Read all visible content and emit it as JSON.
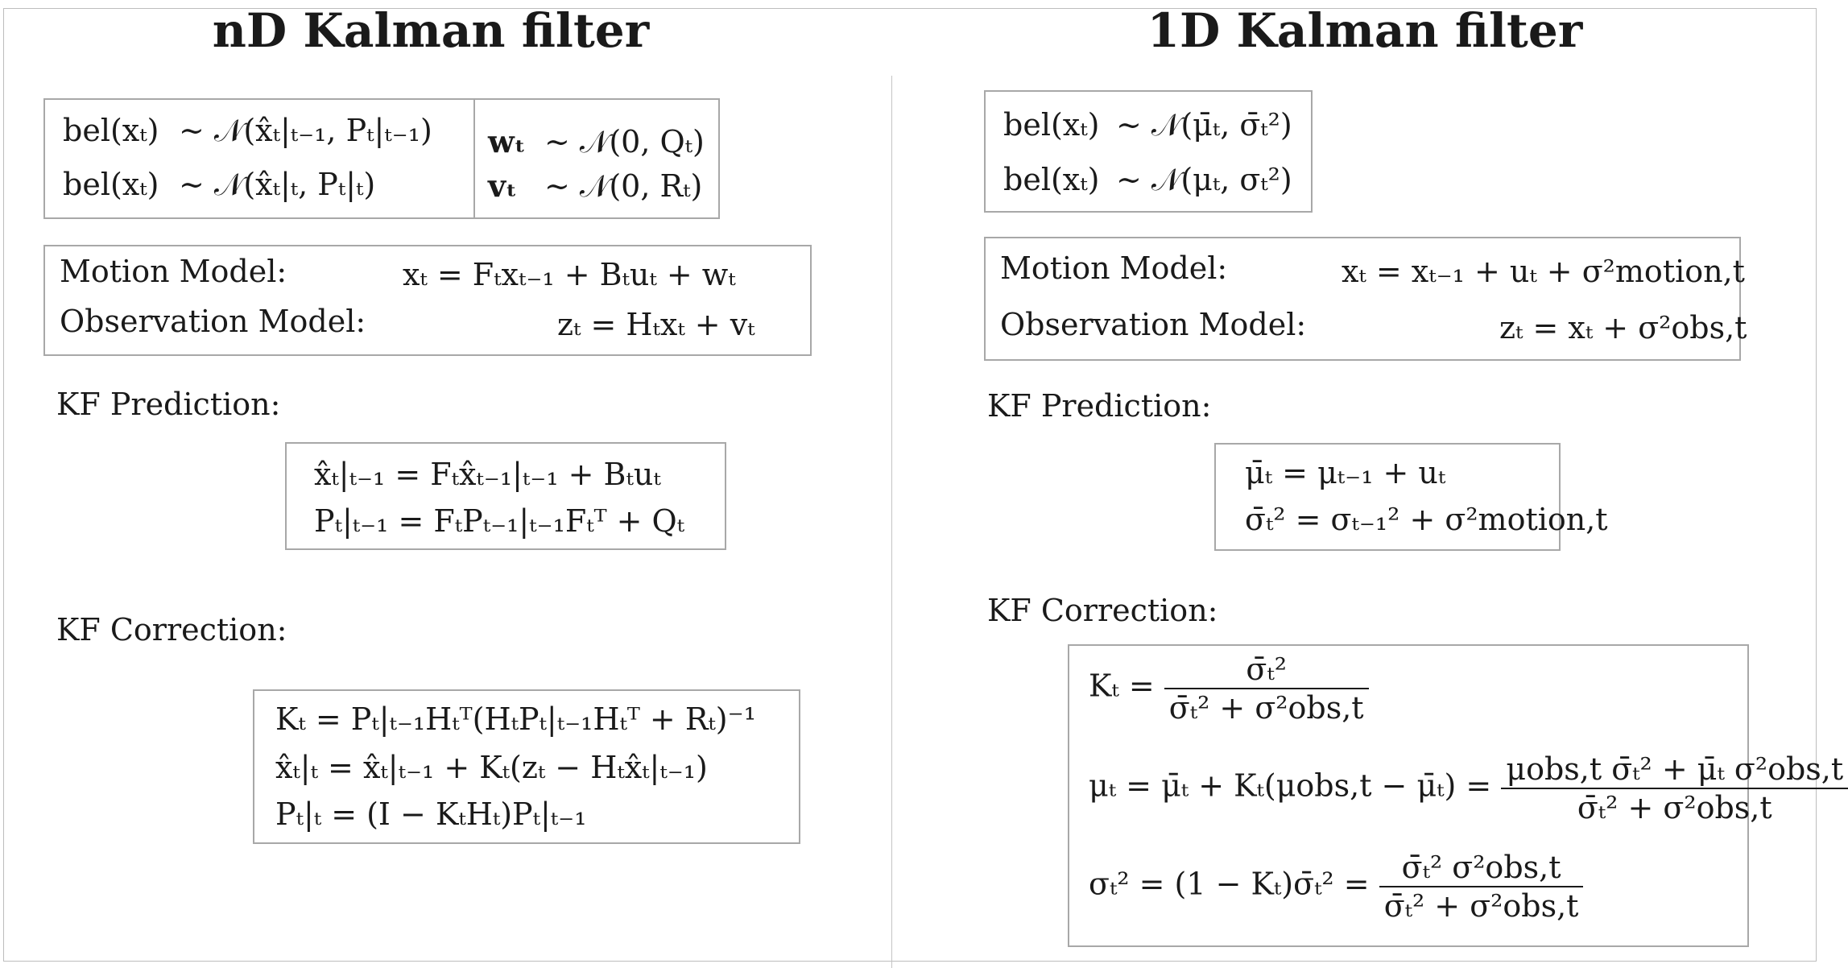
{
  "nd": {
    "title": "nD Kalman filter",
    "belief": {
      "prior_lhs": "bel(xₜ)",
      "prior_rhs": "∼ 𝒩(x̂ₜ|ₜ₋₁, Pₜ|ₜ₋₁)",
      "post_lhs": "bel(xₜ)",
      "post_rhs": "∼ 𝒩(x̂ₜ|ₜ, Pₜ|ₜ)"
    },
    "noise": {
      "w_lhs": "wₜ",
      "w_rhs": "∼ 𝒩(0, Qₜ)",
      "v_lhs": "vₜ",
      "v_rhs": "∼ 𝒩(0, Rₜ)"
    },
    "models": {
      "motion_label": "Motion Model:",
      "motion_eq": "xₜ = Fₜxₜ₋₁ + Bₜuₜ + wₜ",
      "obs_label": "Observation Model:",
      "obs_eq": "zₜ = Hₜxₜ + vₜ"
    },
    "prediction": {
      "label": "KF Prediction:",
      "eq1": "x̂ₜ|ₜ₋₁ = Fₜx̂ₜ₋₁|ₜ₋₁ + Bₜuₜ",
      "eq2": "Pₜ|ₜ₋₁ = FₜPₜ₋₁|ₜ₋₁Fₜᵀ + Qₜ"
    },
    "correction": {
      "label": "KF Correction:",
      "eq1": "Kₜ = Pₜ|ₜ₋₁Hₜᵀ(HₜPₜ|ₜ₋₁Hₜᵀ + Rₜ)⁻¹",
      "eq2": "x̂ₜ|ₜ = x̂ₜ|ₜ₋₁ + Kₜ(zₜ − Hₜx̂ₜ|ₜ₋₁)",
      "eq3": "Pₜ|ₜ = (I − KₜHₜ)Pₜ|ₜ₋₁"
    }
  },
  "oned": {
    "title": "1D Kalman filter",
    "belief": {
      "prior_lhs": "bel(xₜ)",
      "prior_rhs": "∼ 𝒩(μ̄ₜ, σ̄ₜ²)",
      "post_lhs": "bel(xₜ)",
      "post_rhs": "∼ 𝒩(μₜ, σₜ²)"
    },
    "models": {
      "motion_label": "Motion Model:",
      "motion_eq": "xₜ = xₜ₋₁ + uₜ + σ²motion,t",
      "obs_label": "Observation Model:",
      "obs_eq": "zₜ = xₜ + σ²obs,t"
    },
    "prediction": {
      "label": "KF Prediction:",
      "eq1": "μ̄ₜ = μₜ₋₁ + uₜ",
      "eq2": "σ̄ₜ² = σₜ₋₁² + σ²motion,t"
    },
    "correction": {
      "label": "KF Correction:",
      "k_lhs": "Kₜ =",
      "k_num": "σ̄ₜ²",
      "k_den": "σ̄ₜ² + σ²obs,t",
      "mu_lhs": "μₜ = μ̄ₜ + Kₜ(μobs,t − μ̄ₜ) =",
      "mu_num": "μobs,t σ̄ₜ² + μ̄ₜ σ²obs,t",
      "mu_den": "σ̄ₜ² + σ²obs,t",
      "sig_lhs": "σₜ² = (1 − Kₜ)σ̄ₜ² =",
      "sig_num": "σ̄ₜ² σ²obs,t",
      "sig_den": "σ̄ₜ² + σ²obs,t"
    }
  }
}
